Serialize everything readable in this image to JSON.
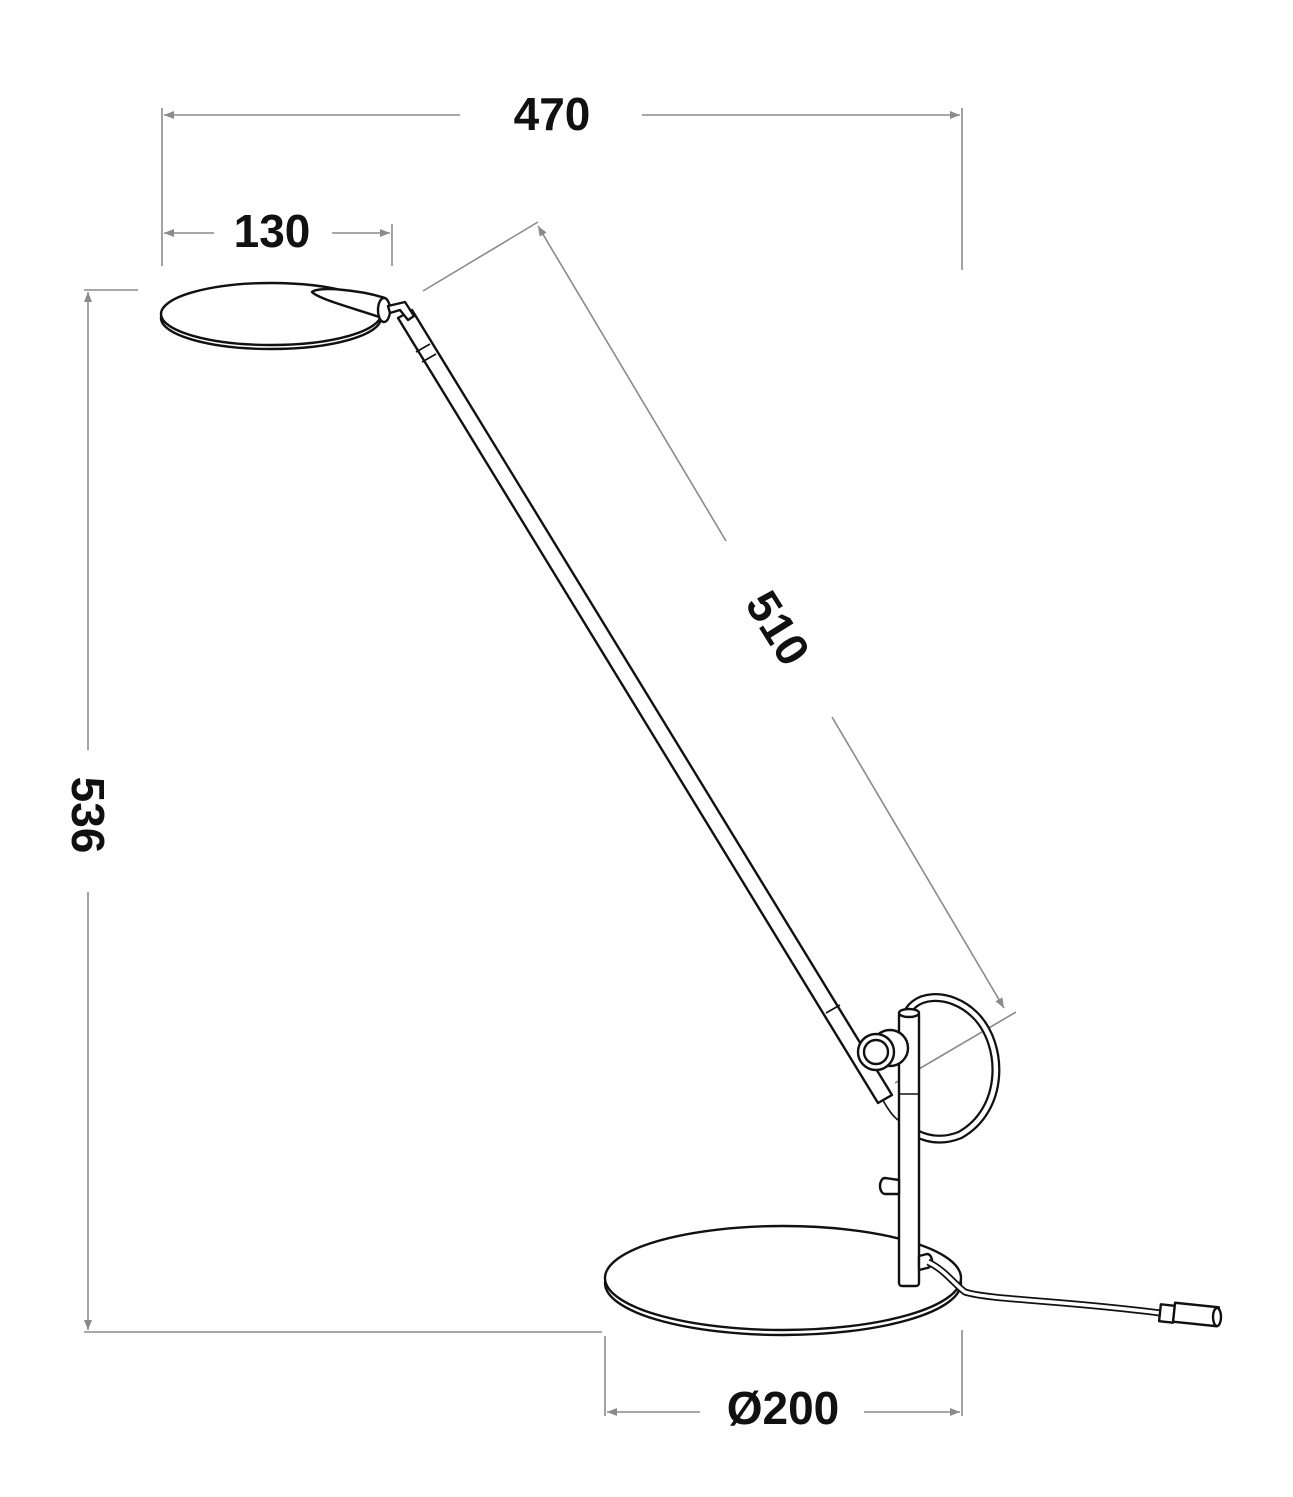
{
  "title": "Desk lamp dimension drawing",
  "dimensions": {
    "overall_width": "470",
    "head_width": "130",
    "height": "536",
    "arm_length": "510",
    "base_diameter": "Ø200"
  },
  "colors": {
    "line": "#111111",
    "dimension_line": "#8a8a8a"
  }
}
